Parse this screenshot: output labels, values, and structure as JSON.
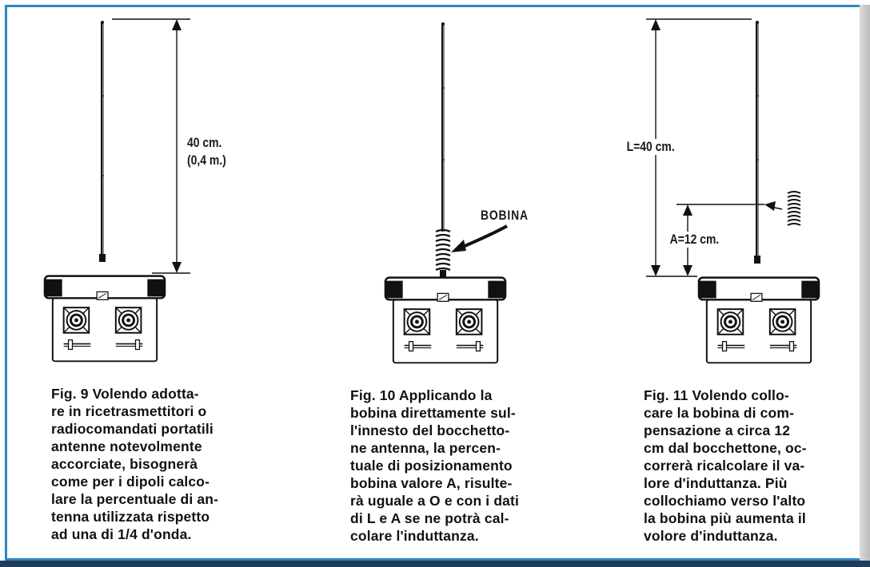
{
  "fig9": {
    "measure_label": "40 cm.\n(0,4 m.)",
    "caption": "Fig. 9  Volendo adotta-\nre in ricetrasmettitori o\nradiocomandati portatili\nantenne notevolmente\naccorciate, bisognerà\ncome per i dipoli calco-\nlare la percentuale di an-\ntenna utilizzata rispetto\nad una di 1/4 d'onda."
  },
  "fig10": {
    "coil_label": "BOBINA",
    "caption": "Fig. 10  Applicando la\nbobina direttamente sul-\nl'innesto del bocchetto-\nne antenna, la percen-\ntuale di posizionamento\nbobina valore A, risulte-\nrà uguale a O e con i dati\ndi L e A se ne potrà cal-\ncolare l'induttanza."
  },
  "fig11": {
    "length_label": "L=40 cm.",
    "position_label": "A=12 cm.",
    "caption": "Fig. 11  Volendo collo-\ncare la bobina di com-\npensazione a circa 12\ncm dal bocchettone, oc-\ncorrerà ricalcolare il va-\nlore d'induttanza. Più\ncollochiamo verso l'alto\nla bobina più aumenta il\nvolore d'induttanza."
  }
}
